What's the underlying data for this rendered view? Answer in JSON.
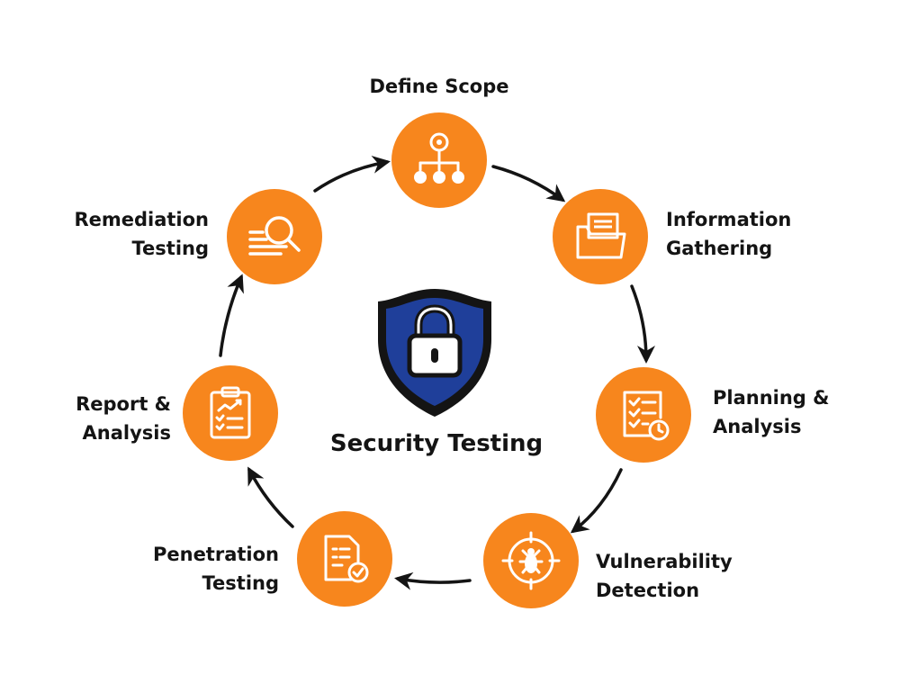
{
  "center": {
    "title": "Security Testing",
    "icon": "shield-lock-icon",
    "shield_color": "#1f3f9a"
  },
  "accent_color": "#f7861d",
  "stages": [
    {
      "id": "define-scope",
      "lines": [
        "Define Scope"
      ],
      "icon": "lightbulb-hierarchy-icon"
    },
    {
      "id": "information-gathering",
      "lines": [
        "Information",
        "Gathering"
      ],
      "icon": "folder-documents-icon"
    },
    {
      "id": "planning-analysis",
      "lines": [
        "Planning &",
        "Analysis"
      ],
      "icon": "checklist-clock-icon"
    },
    {
      "id": "vulnerability-detection",
      "lines": [
        "Vulnerability",
        "Detection"
      ],
      "icon": "bug-target-icon"
    },
    {
      "id": "penetration-testing",
      "lines": [
        "Penetration",
        "Testing"
      ],
      "icon": "document-check-icon"
    },
    {
      "id": "report-analysis",
      "lines": [
        "Report &",
        "Analysis"
      ],
      "icon": "clipboard-chart-icon"
    },
    {
      "id": "remediation-testing",
      "lines": [
        "Remediation",
        "Testing"
      ],
      "icon": "magnifier-icon"
    }
  ]
}
